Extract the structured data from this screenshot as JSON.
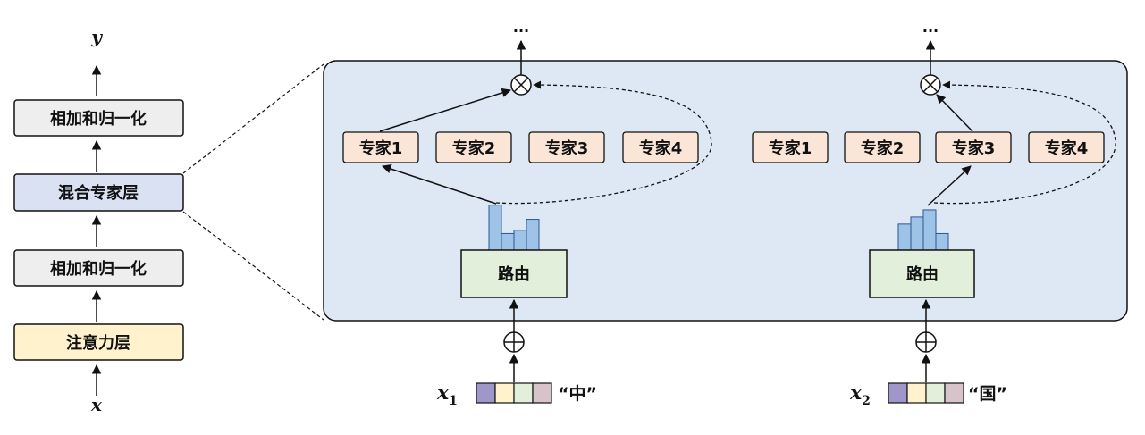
{
  "left_stack": {
    "output_label": "y",
    "input_label": "x",
    "blocks": [
      {
        "label": "相加和归一化",
        "color": "#eeeeee"
      },
      {
        "label": "混合专家层",
        "color": "#d9e1f2"
      },
      {
        "label": "相加和归一化",
        "color": "#eeeeee"
      },
      {
        "label": "注意力层",
        "color": "#fff2cc"
      }
    ]
  },
  "moe_panel": {
    "background": "#dde8f4",
    "tokens": [
      {
        "experts": [
          "专家1",
          "专家2",
          "专家3",
          "专家4"
        ],
        "selected_expert": "专家1",
        "router_label": "路由",
        "router_color": "#e2efda",
        "output_label": "...",
        "input_var": "x",
        "input_subscript": "1",
        "input_token": "“中”",
        "router_scores": [
          0.95,
          0.35,
          0.42,
          0.65
        ],
        "embedding_colors": [
          "#9f97c9",
          "#fff2cc",
          "#e2efda",
          "#d9c3cb"
        ]
      },
      {
        "experts": [
          "专家1",
          "专家2",
          "专家3",
          "专家4"
        ],
        "selected_expert": "专家3",
        "router_label": "路由",
        "router_color": "#e2efda",
        "output_label": "...",
        "input_var": "x",
        "input_subscript": "2",
        "input_token": "“国”",
        "router_scores": [
          0.55,
          0.7,
          0.85,
          0.35
        ],
        "embedding_colors": [
          "#9f97c9",
          "#fff2cc",
          "#e2efda",
          "#d9c3cb"
        ]
      }
    ],
    "expert_color": "#fbe5d6",
    "bar_color": "#9dc3e6"
  }
}
